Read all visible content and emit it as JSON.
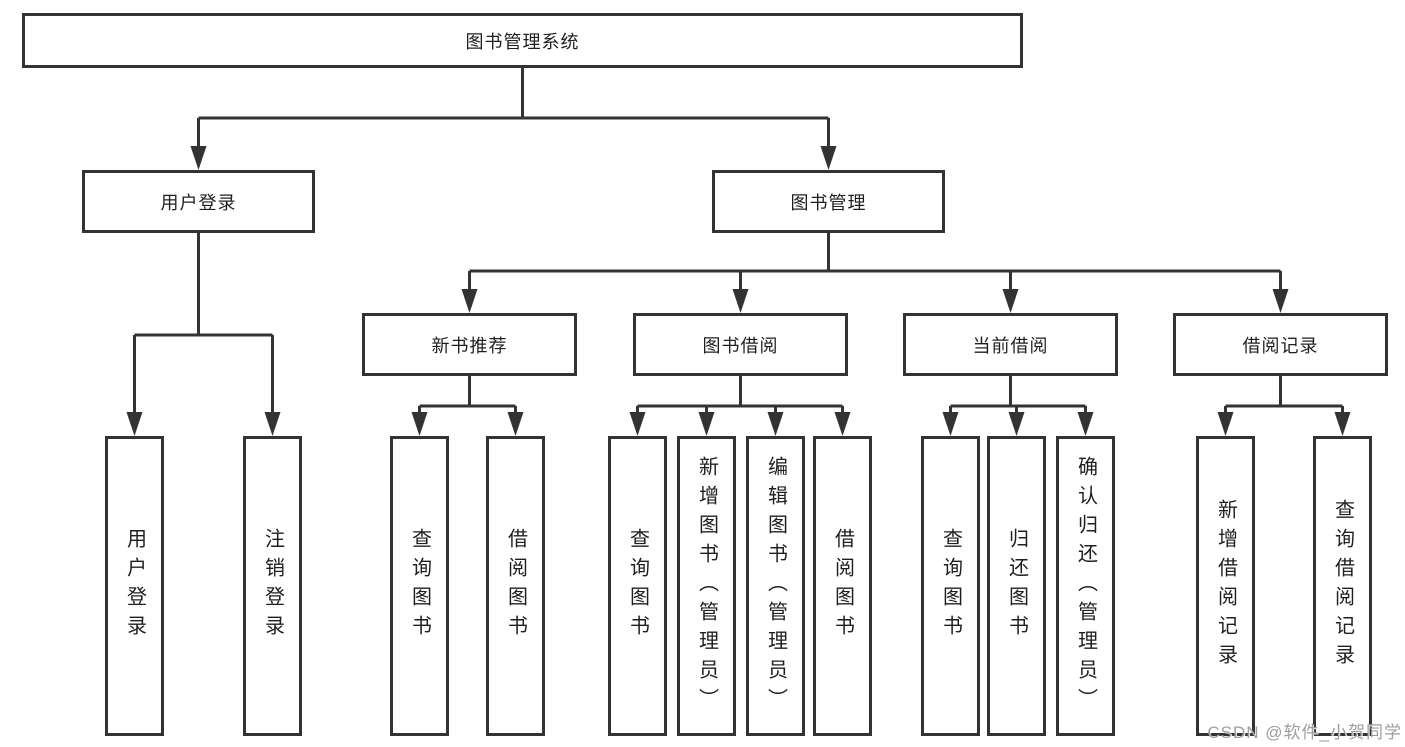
{
  "diagram": {
    "title": "图书管理系统",
    "type": "tree",
    "nodes": {
      "root": {
        "label": "图书管理系统"
      },
      "user_login": {
        "label": "用户登录"
      },
      "book_mgmt": {
        "label": "图书管理"
      },
      "new_book_rec": {
        "label": "新书推荐"
      },
      "book_borrow": {
        "label": "图书借阅"
      },
      "current_borrow": {
        "label": "当前借阅"
      },
      "borrow_records": {
        "label": "借阅记录"
      },
      "leaf_user_login": {
        "label": "用户登录"
      },
      "leaf_logout": {
        "label": "注销登录"
      },
      "leaf_nb_query": {
        "label": "查询图书"
      },
      "leaf_nb_borrow": {
        "label": "借阅图书"
      },
      "leaf_bb_query": {
        "label": "查询图书"
      },
      "leaf_bb_add": {
        "label": "新增图书（管理员）"
      },
      "leaf_bb_edit": {
        "label": "编辑图书（管理员）"
      },
      "leaf_bb_borrow": {
        "label": "借阅图书"
      },
      "leaf_cb_query": {
        "label": "查询图书"
      },
      "leaf_cb_return": {
        "label": "归还图书"
      },
      "leaf_cb_confirm": {
        "label": "确认归还（管理员）"
      },
      "leaf_br_add": {
        "label": "新增借阅记录"
      },
      "leaf_br_query": {
        "label": "查询借阅记录"
      }
    },
    "edges": [
      {
        "from": "图书管理系统",
        "to": [
          "用户登录",
          "图书管理"
        ]
      },
      {
        "from": "用户登录",
        "to": [
          "用户登录",
          "注销登录"
        ]
      },
      {
        "from": "图书管理",
        "to": [
          "新书推荐",
          "图书借阅",
          "当前借阅",
          "借阅记录"
        ]
      },
      {
        "from": "新书推荐",
        "to": [
          "查询图书",
          "借阅图书"
        ]
      },
      {
        "from": "图书借阅",
        "to": [
          "查询图书",
          "新增图书（管理员）",
          "编辑图书（管理员）",
          "借阅图书"
        ]
      },
      {
        "from": "当前借阅",
        "to": [
          "查询图书",
          "归还图书",
          "确认归还（管理员）"
        ]
      },
      {
        "from": "借阅记录",
        "to": [
          "新增借阅记录",
          "查询借阅记录"
        ]
      }
    ],
    "colors": {
      "line": "#333333",
      "box_border": "#333333",
      "box_fill": "#ffffff",
      "text": "#1f1f1f",
      "watermark": "#9e9e9e"
    }
  },
  "watermark": {
    "text": "CSDN @软件_小贺同学"
  }
}
